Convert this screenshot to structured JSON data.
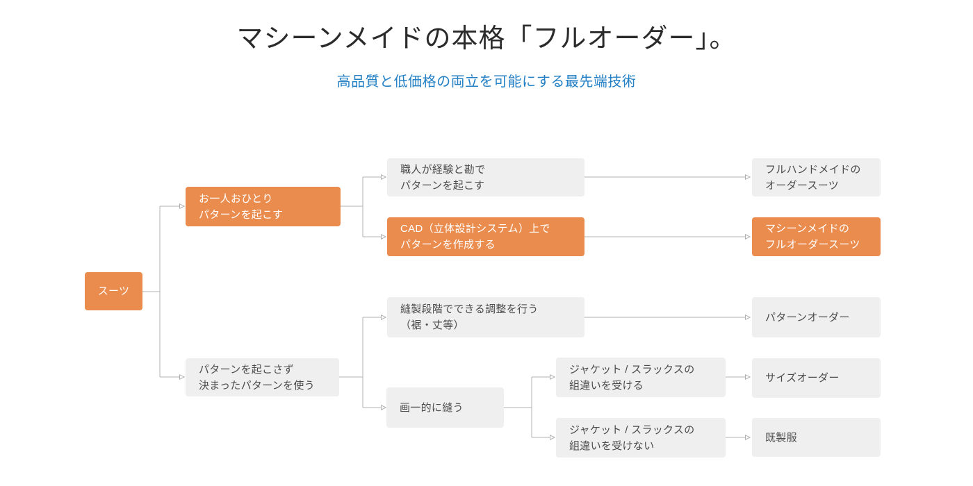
{
  "header": {
    "title": "マシーンメイドの本格「フルオーダー」。",
    "subtitle": "高品質と低価格の両立を可能にする最先端技術"
  },
  "colors": {
    "accent_orange": "#ea8c4e",
    "box_gray": "#f0efef",
    "title_dark": "#2b2b2b",
    "subtitle_blue": "#2380c4",
    "body_text": "#4b4b4b",
    "line_gray": "#b0b0b0",
    "arrow_gray": "#909090"
  },
  "diagram": {
    "nodes": {
      "suit": {
        "label": "スーツ"
      },
      "bespoke_pattern": {
        "line1": "お一人おひとり",
        "line2": "パターンを起こす"
      },
      "artisan_pattern": {
        "line1": "職人が経験と勘で",
        "line2": "パターンを起こす"
      },
      "cad_pattern": {
        "line1": "CAD（立体設計システム）上で",
        "line2": "パターンを作成する"
      },
      "full_handmade": {
        "line1": "フルハンドメイドの",
        "line2": "オーダースーツ"
      },
      "machine_made": {
        "line1": "マシーンメイドの",
        "line2": "フルオーダースーツ"
      },
      "fixed_pattern": {
        "line1": "パターンを起こさず",
        "line2": "決まったパターンを使う"
      },
      "sewing_adjustment": {
        "line1": "縫製段階でできる調整を行う",
        "line2": "（裾・丈等）"
      },
      "uniform_sewing": {
        "label": "画一的に縫う"
      },
      "accept_separate": {
        "line1": "ジャケット / スラックスの",
        "line2": "組違いを受ける"
      },
      "no_separate": {
        "line1": "ジャケット / スラックスの",
        "line2": "組違いを受けない"
      },
      "pattern_order": {
        "label": "パターンオーダー"
      },
      "size_order": {
        "label": "サイズオーダー"
      },
      "ready_made": {
        "label": "既製服"
      }
    }
  }
}
